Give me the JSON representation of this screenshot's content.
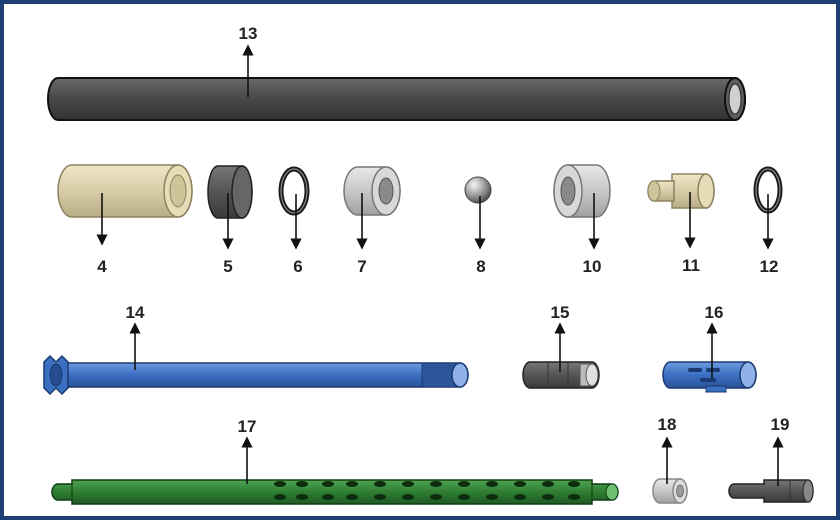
{
  "labels": {
    "p13": "13",
    "p4": "4",
    "p5": "5",
    "p6": "6",
    "p7": "7",
    "p8": "8",
    "p10": "10",
    "p11": "11",
    "p12": "12",
    "p14": "14",
    "p15": "15",
    "p16": "16",
    "p17": "17",
    "p18": "18",
    "p19": "19"
  },
  "colors": {
    "frame": "#1f3f77",
    "outer_tube": "#4a4a4a",
    "beige": "#d8cda8",
    "dark_gray": "#555555",
    "light_gray": "#c8c8c8",
    "blue": "#3b6fc2",
    "green": "#2e7d32",
    "label": "#222222"
  }
}
